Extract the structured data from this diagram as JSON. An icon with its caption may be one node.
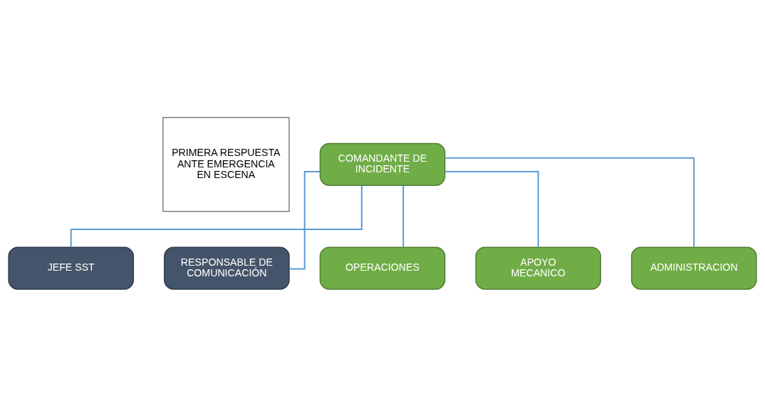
{
  "diagram": {
    "nodes": [
      {
        "text": [
          "COMANDANTE DE INCIDENTE"
        ]
      },
      {
        "text": [
          "PRIMERA RESPUESTA ANTE EMERGENCIA EN ESCENA"
        ]
      },
      {
        "text": [
          "JEFE SST"
        ]
      },
      {
        "text": [
          "RESPONSABLE DE COMUNICACIÓN"
        ]
      },
      {
        "text": [
          "OPERACIONES"
        ]
      },
      {
        "text": [
          "APOYO MECANICO"
        ]
      },
      {
        "text": [
          "ADMINISTRACION"
        ]
      }
    ],
    "edges": [
      {
        "from": 0,
        "to": 2,
        "arrow": "none"
      },
      {
        "from": 0,
        "to": 3,
        "arrow": "none"
      },
      {
        "from": 0,
        "to": 4,
        "arrow": "none"
      },
      {
        "from": 0,
        "to": 5,
        "arrow": "none"
      },
      {
        "from": 0,
        "to": 6,
        "arrow": "none"
      }
    ]
  }
}
